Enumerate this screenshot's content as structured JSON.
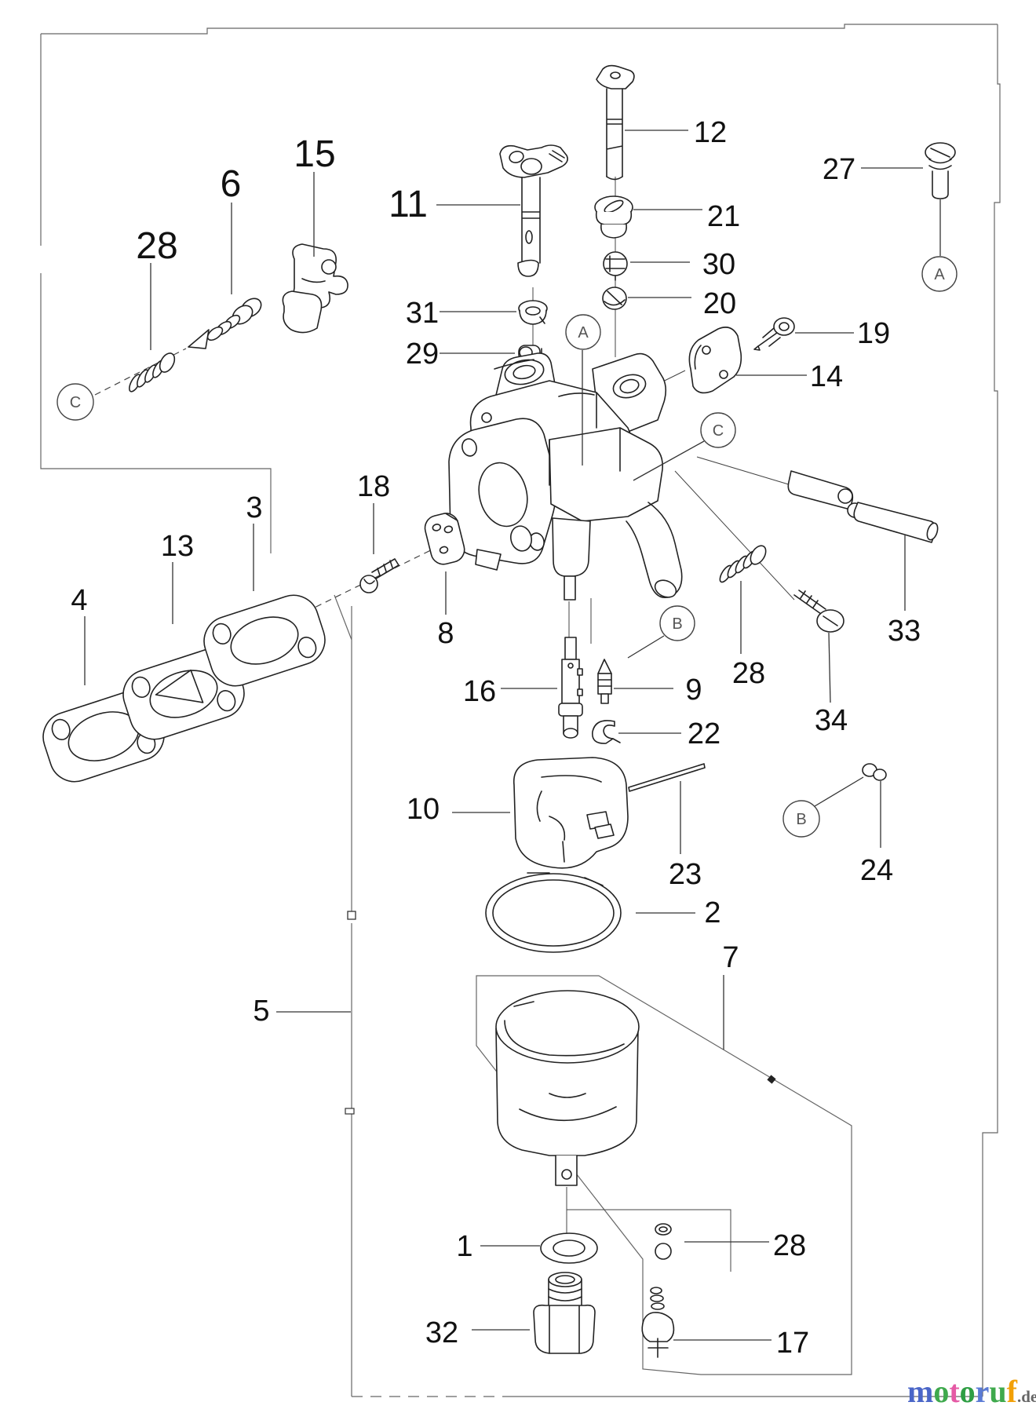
{
  "callouts": [
    {
      "id": "1",
      "label": "1"
    },
    {
      "id": "2",
      "label": "2"
    },
    {
      "id": "3",
      "label": "3"
    },
    {
      "id": "4",
      "label": "4"
    },
    {
      "id": "5",
      "label": "5"
    },
    {
      "id": "6",
      "label": "6"
    },
    {
      "id": "7",
      "label": "7"
    },
    {
      "id": "8",
      "label": "8"
    },
    {
      "id": "9",
      "label": "9"
    },
    {
      "id": "10",
      "label": "10"
    },
    {
      "id": "11",
      "label": "11"
    },
    {
      "id": "12",
      "label": "12"
    },
    {
      "id": "13",
      "label": "13"
    },
    {
      "id": "14",
      "label": "14"
    },
    {
      "id": "15",
      "label": "15"
    },
    {
      "id": "16",
      "label": "16"
    },
    {
      "id": "17",
      "label": "17"
    },
    {
      "id": "18",
      "label": "18"
    },
    {
      "id": "19",
      "label": "19"
    },
    {
      "id": "20",
      "label": "20"
    },
    {
      "id": "21",
      "label": "21"
    },
    {
      "id": "22",
      "label": "22"
    },
    {
      "id": "23",
      "label": "23"
    },
    {
      "id": "24",
      "label": "24"
    },
    {
      "id": "27",
      "label": "27"
    },
    {
      "id": "28-top-left",
      "label": "28"
    },
    {
      "id": "28-right",
      "label": "28"
    },
    {
      "id": "28-bottom",
      "label": "28"
    },
    {
      "id": "29",
      "label": "29"
    },
    {
      "id": "30",
      "label": "30"
    },
    {
      "id": "31",
      "label": "31"
    },
    {
      "id": "32",
      "label": "32"
    },
    {
      "id": "33",
      "label": "33"
    },
    {
      "id": "34",
      "label": "34"
    }
  ],
  "refs": [
    {
      "id": "A-top-right",
      "label": "A"
    },
    {
      "id": "A-center",
      "label": "A"
    },
    {
      "id": "B-center",
      "label": "B"
    },
    {
      "id": "B-lower-right",
      "label": "B"
    },
    {
      "id": "C-top-left",
      "label": "C"
    },
    {
      "id": "C-right",
      "label": "C"
    }
  ],
  "watermark": {
    "letters": [
      {
        "char": "m",
        "color": "#4a66c8"
      },
      {
        "char": "o",
        "color": "#3fa94d"
      },
      {
        "char": "t",
        "color": "#e55aa5"
      },
      {
        "char": "o",
        "color": "#2f9e44"
      },
      {
        "char": "r",
        "color": "#5b7bd5"
      },
      {
        "char": "u",
        "color": "#3fa94d"
      },
      {
        "char": "f",
        "color": "#f2a007"
      }
    ],
    "suffix": {
      "text": ".de",
      "color": "#666666"
    }
  }
}
